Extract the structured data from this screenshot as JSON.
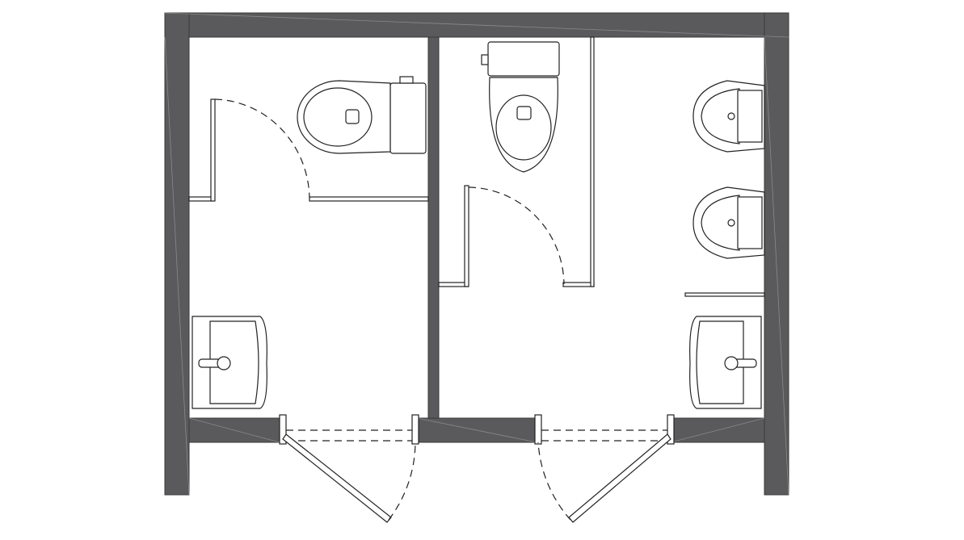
{
  "plan": {
    "type": "restroom-floor-plan",
    "colors": {
      "wall": "#5a5a5c",
      "line": "#222222",
      "background": "#ffffff"
    },
    "fixtures": [
      "toilet-left-stall",
      "toilet-middle-stall",
      "urinal-upper",
      "urinal-lower",
      "sink-left",
      "sink-right"
    ],
    "doors": [
      "stall-door-left",
      "stall-door-middle",
      "entry-door-left",
      "entry-door-right"
    ]
  }
}
